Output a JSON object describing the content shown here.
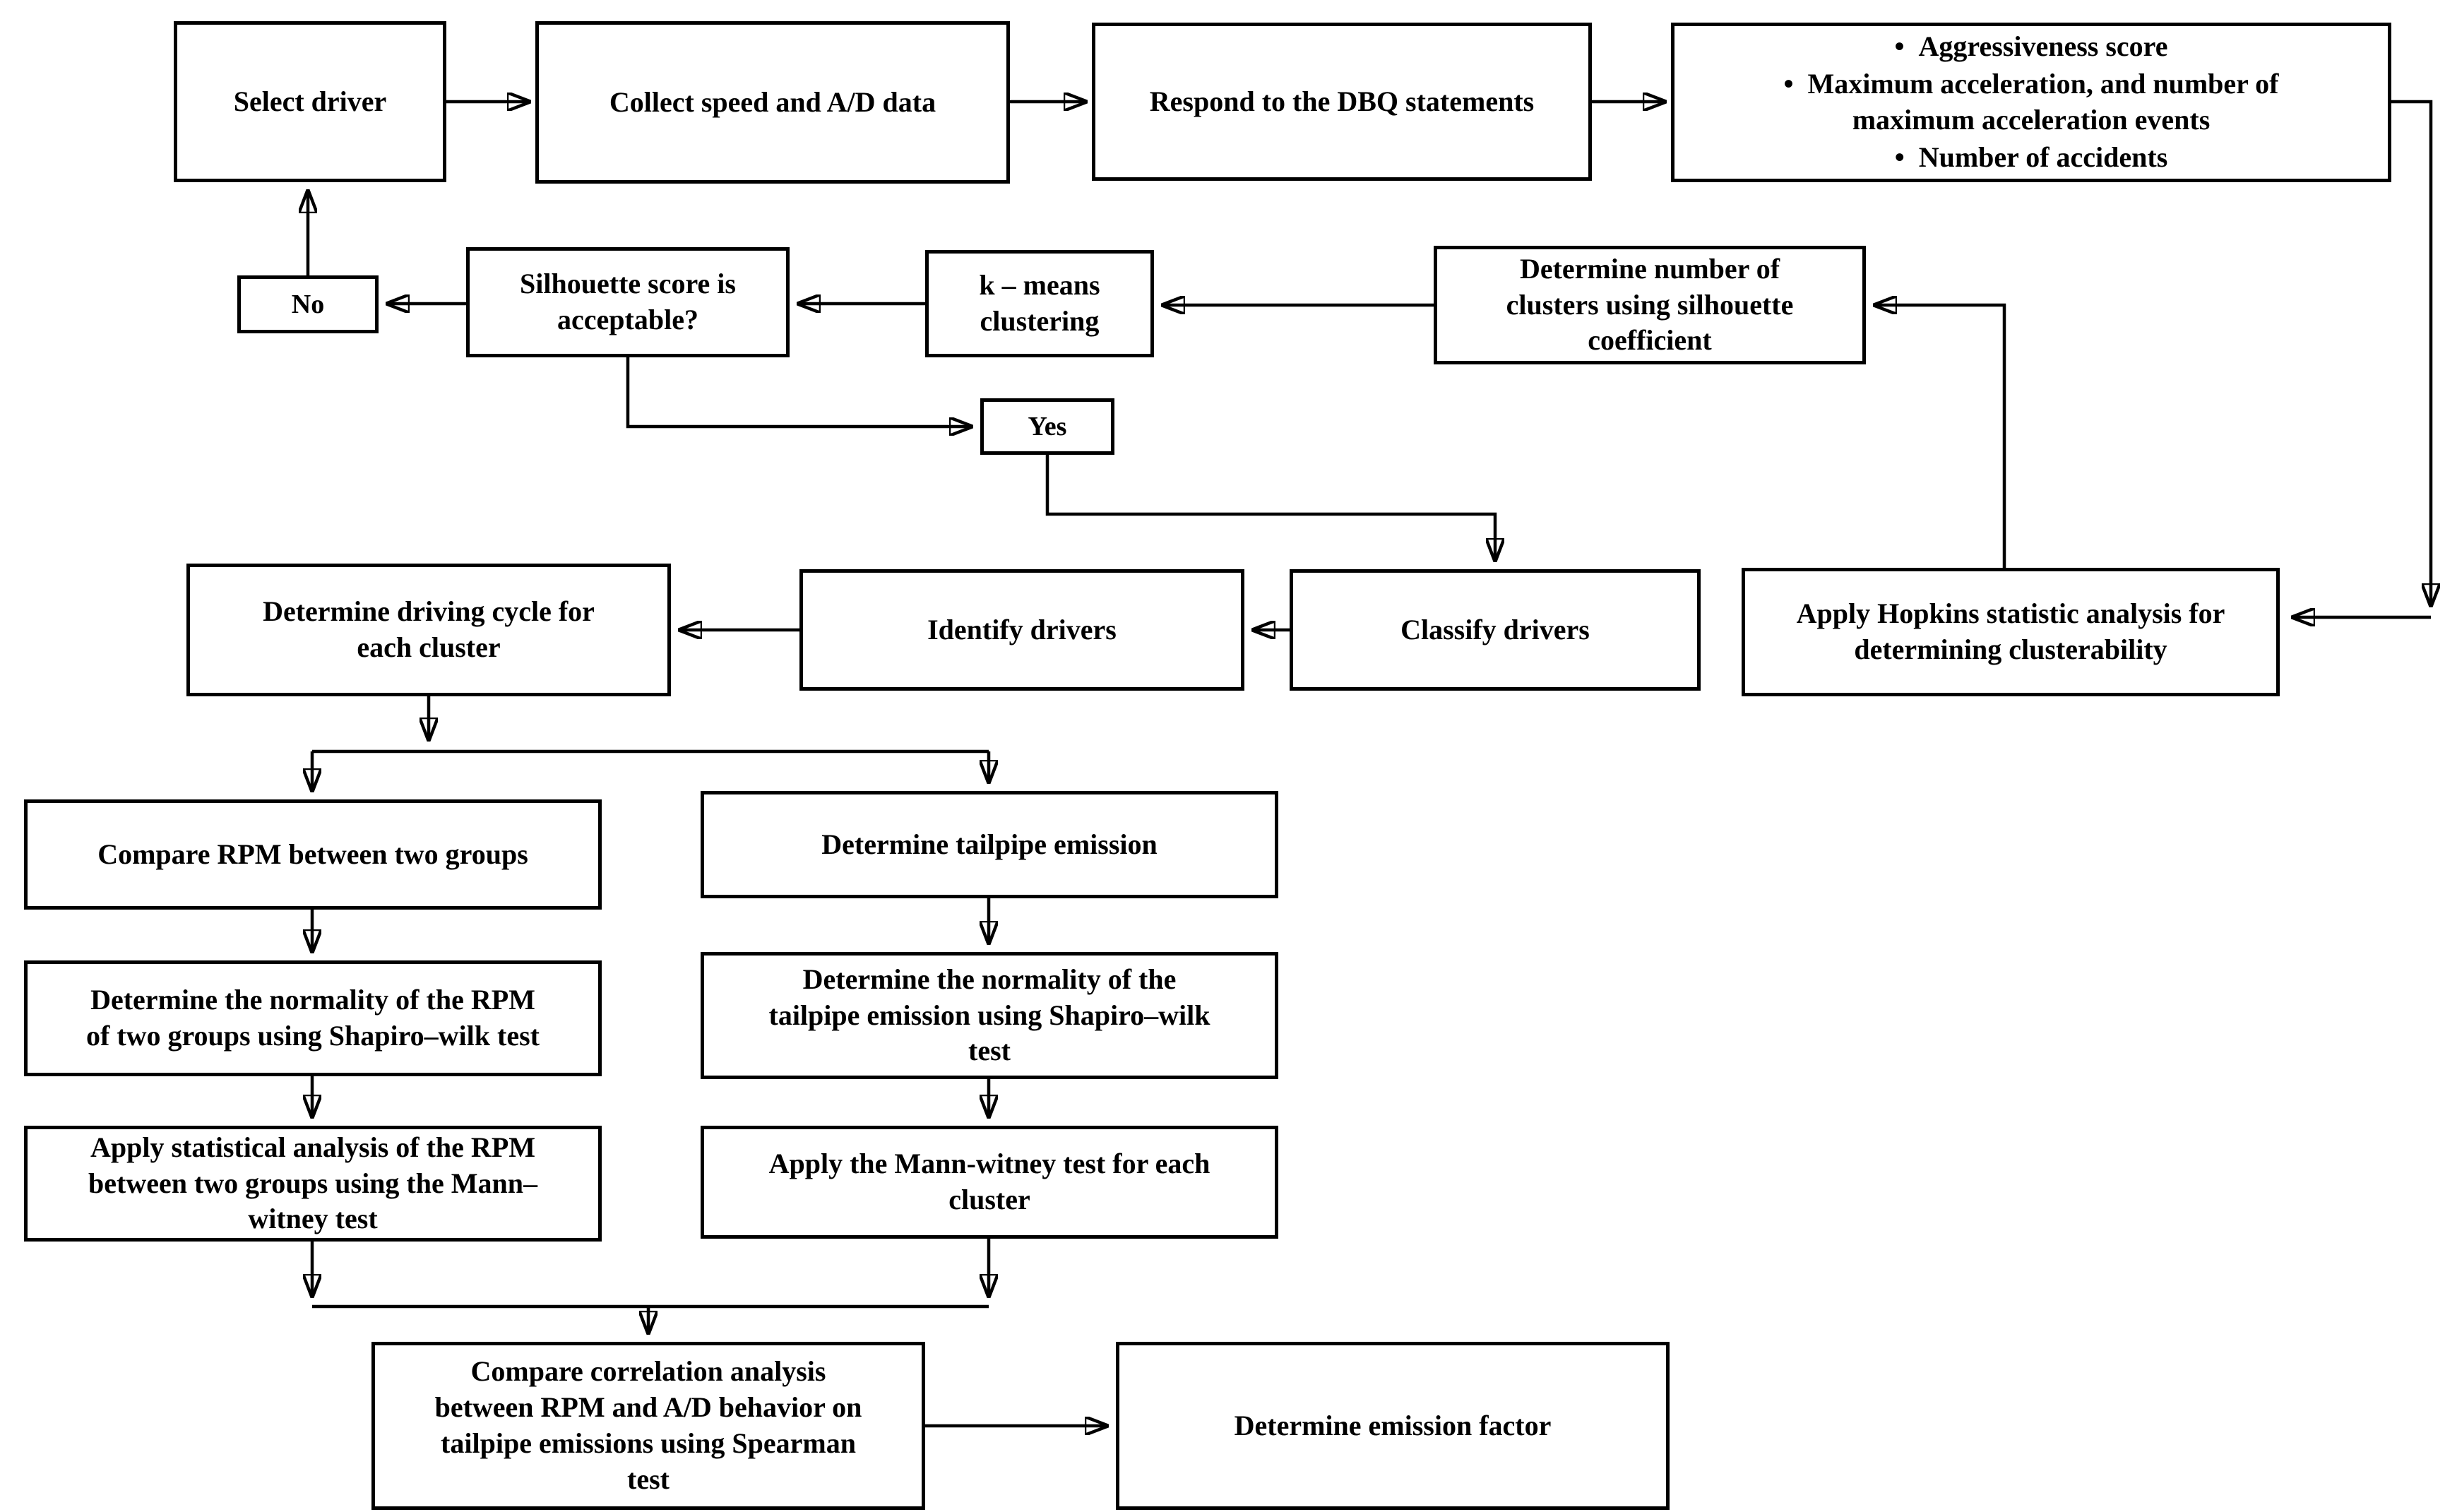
{
  "diagram": {
    "title_hint": "Driver behavior clustering and emission analysis flowchart",
    "colors": {
      "stroke": "#000000",
      "background": "#ffffff",
      "text": "#000000"
    },
    "nodes": {
      "select_driver": {
        "label": "Select driver"
      },
      "collect_speed": {
        "label": "Collect speed and A/D data"
      },
      "respond_dbq": {
        "label": "Respond to the DBQ statements"
      },
      "metrics": {
        "items": [
          "Aggressiveness score",
          "Maximum  acceleration, and number of\nmaximum acceleration events",
          "Number of accidents"
        ]
      },
      "no": {
        "label": "No"
      },
      "silhouette": {
        "label": "Silhouette score is\nacceptable?"
      },
      "kmeans": {
        "label": "k – means\nclustering"
      },
      "determine_clusters": {
        "label": "Determine number of\nclusters using silhouette\ncoefficient"
      },
      "yes": {
        "label": "Yes"
      },
      "driving_cycle": {
        "label": "Determine driving cycle for\neach cluster"
      },
      "identify_drivers": {
        "label": "Identify drivers"
      },
      "classify_drivers": {
        "label": "Classify drivers"
      },
      "hopkins": {
        "label": "Apply Hopkins statistic analysis for\ndetermining clusterability"
      },
      "compare_rpm": {
        "label": "Compare RPM between two groups"
      },
      "tailpipe": {
        "label": "Determine tailpipe emission"
      },
      "normality_rpm": {
        "label": "Determine the normality of the RPM\nof two groups using Shapiro–wilk test"
      },
      "normality_tailpipe": {
        "label": "Determine the normality of the\ntailpipe emission using Shapiro–wilk\ntest"
      },
      "mann_rpm": {
        "label": "Apply statistical analysis of the RPM\nbetween two groups using the Mann–\nwitney test"
      },
      "mann_cluster": {
        "label": "Apply the Mann-witney test for each\ncluster"
      },
      "spearman": {
        "label": "Compare correlation analysis\nbetween RPM and A/D behavior on\ntailpipe emissions using Spearman\ntest"
      },
      "emission_factor": {
        "label": "Determine emission factor"
      }
    }
  }
}
